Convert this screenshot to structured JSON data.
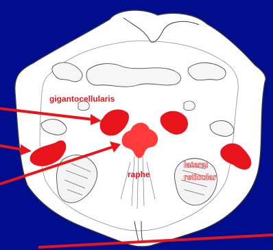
{
  "diagram": {
    "labels": {
      "gigantocellularis": "gigantocellularis",
      "raphe": "raphe",
      "lateral_line1": "lateral",
      "lateral_line2": "reticular"
    },
    "colors": {
      "background": "#000d8c",
      "section_fill": "#ffffff",
      "outline": "#3a3a3a",
      "nucleus": "#e8141c",
      "pointer": "#e8141c",
      "label_red": "#e8141c",
      "label_white": "#ffffff"
    }
  }
}
